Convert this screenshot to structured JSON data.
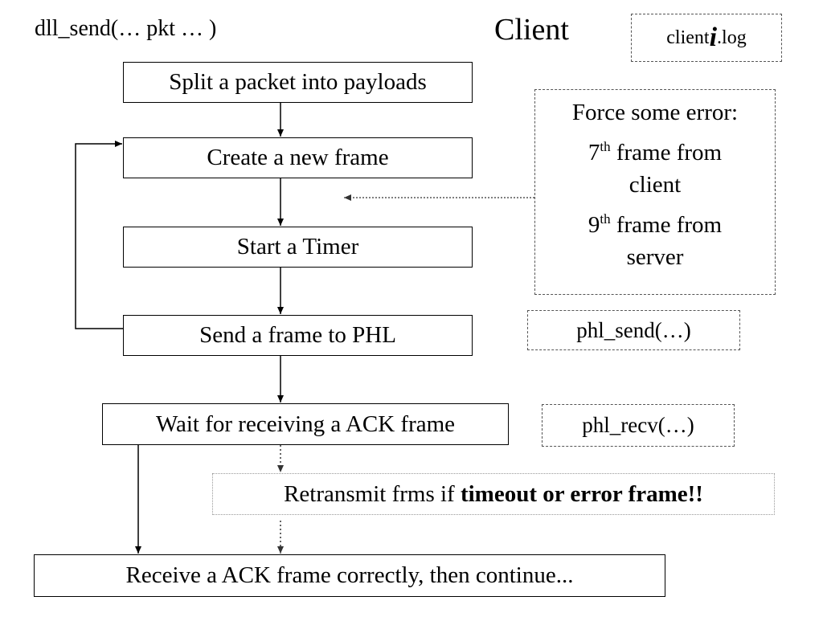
{
  "header": {
    "function_label": "dll_send(… pkt … )",
    "title": "Client",
    "log_prefix": "client",
    "log_var": "i",
    "log_suffix": ".log"
  },
  "flow": {
    "split": "Split a packet into payloads",
    "create": "Create a new frame",
    "timer": "Start a Timer",
    "send": "Send a frame to PHL",
    "wait": "Wait for receiving a ACK frame",
    "receive": "Receive a ACK frame correctly, then continue..."
  },
  "retransmit": {
    "prefix": "Retransmit frms if ",
    "emphasis": "timeout or error frame!!"
  },
  "error_note": {
    "heading": "Force some error:",
    "line1_num": "7",
    "line1_sup": "th",
    "line1_rest": " frame from",
    "line1_end": "client",
    "line2_num": "9",
    "line2_sup": "th",
    "line2_rest": " frame from",
    "line2_end": "server"
  },
  "calls": {
    "send": "phl_send(…)",
    "recv": "phl_recv(…)"
  }
}
